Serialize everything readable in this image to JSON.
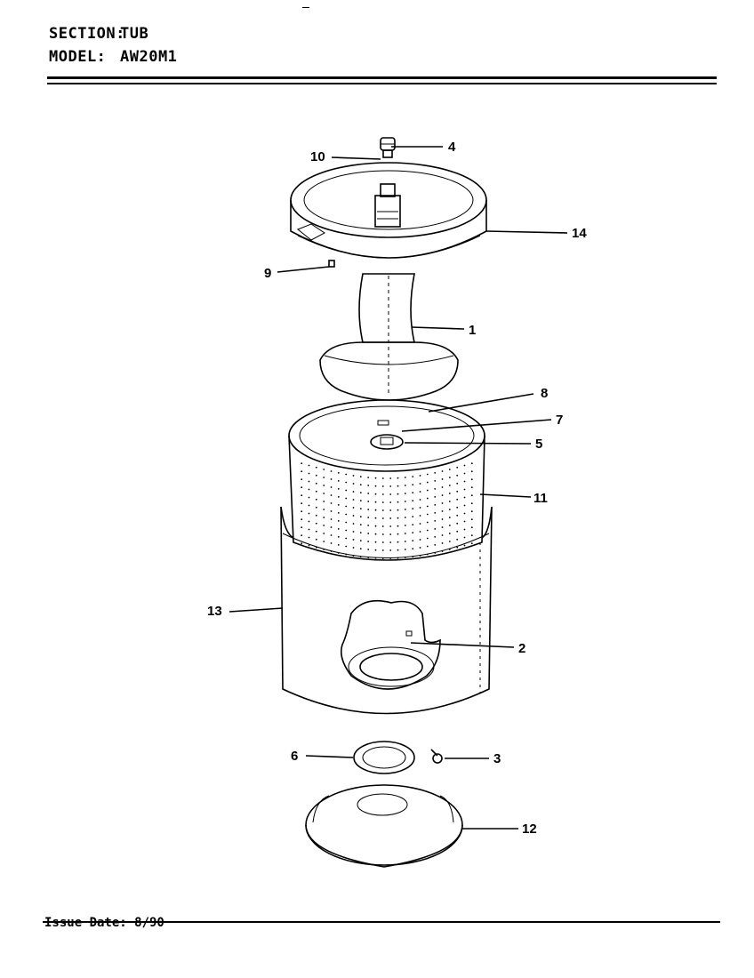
{
  "header": {
    "section_label": "SECTION:",
    "section_value": "TUB",
    "model_label": "MODEL:",
    "model_value": "AW20M1"
  },
  "footer": {
    "issue_date": "Issue Date: 8/90"
  },
  "callouts": [
    "1",
    "2",
    "3",
    "4",
    "5",
    "6",
    "7",
    "8",
    "9",
    "10",
    "11",
    "12",
    "13",
    "14"
  ]
}
